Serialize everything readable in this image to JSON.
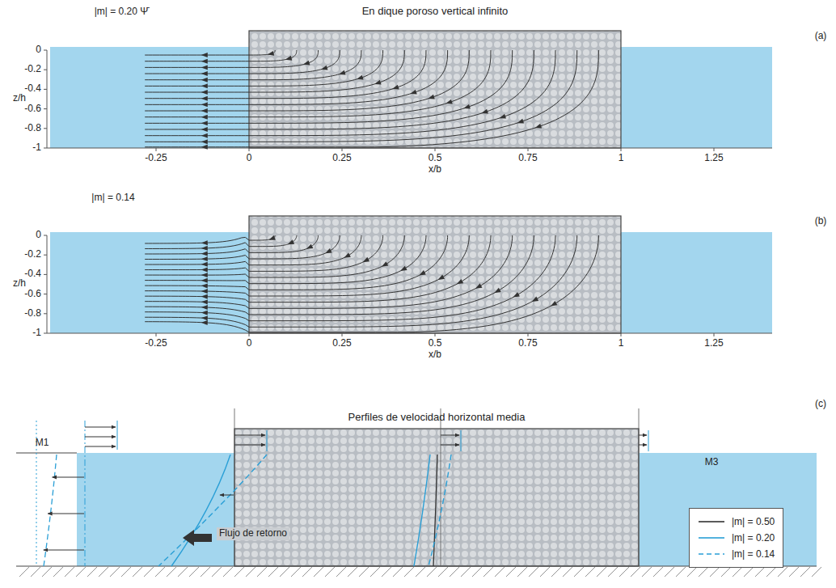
{
  "diagram": {
    "labels": [
      "|m| = 0.20 Ψ̄",
      "En dique poroso vertical infinito",
      "(a)",
      "z/h",
      "0",
      "-0.2",
      "-0.4",
      "-0.6",
      "-0.8",
      "-1",
      "-0.25",
      "0",
      "0.25",
      "0.5",
      "0.75",
      "1",
      "1.25",
      "x/b",
      "|m| = 0.14",
      "(b)",
      "z/h",
      "0",
      "-0.2",
      "-0.4",
      "-0.6",
      "-0.8",
      "-1",
      "-0.25",
      "0",
      "0.25",
      "0.5",
      "0.75",
      "1",
      "1.25",
      "x/b",
      "Perfiles de velocidad horizontal media",
      "(c)",
      "M1",
      "M3",
      "Flujo de retorno"
    ],
    "legend": [
      {
        "text": "|m| = 0.50"
      },
      {
        "text": "|m| = 0.20"
      },
      {
        "text": "|m| = 0.14"
      }
    ]
  }
}
